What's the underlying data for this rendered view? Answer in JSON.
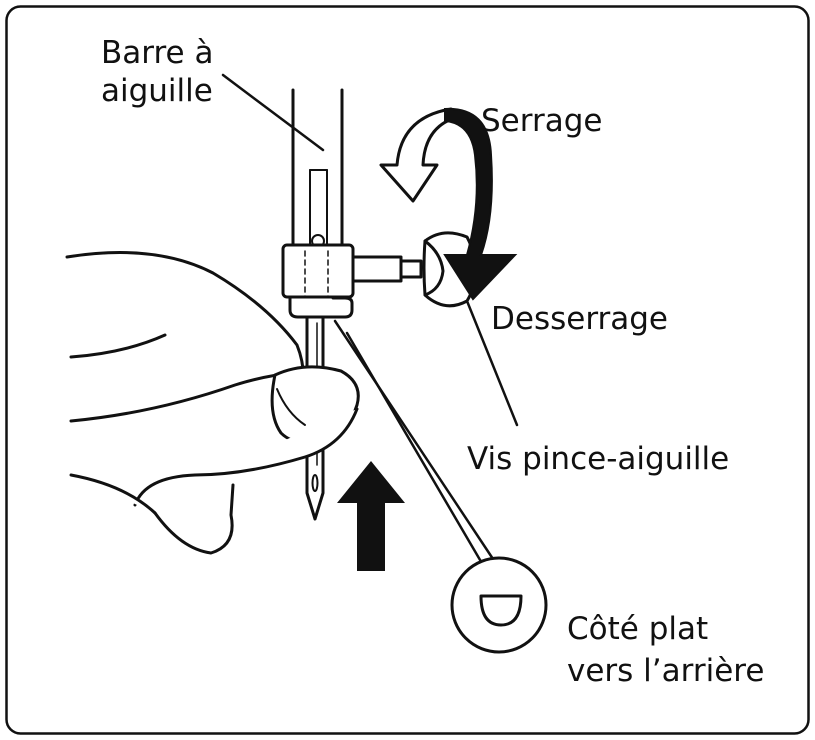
{
  "labels": {
    "needle_bar_line1": "Barre à",
    "needle_bar_line2": "aiguille",
    "tighten": "Serrage",
    "loosen": "Desserrage",
    "needle_clamp_screw": "Vis pince-aiguille",
    "flat_side_line1": "Côté plat",
    "flat_side_line2": "vers l’arrière"
  },
  "icons": {
    "tighten_arrow": "curved-arrow-outline-icon",
    "loosen_arrow": "curved-arrow-filled-icon",
    "insert_direction": "arrow-up-filled-icon"
  },
  "colors": {
    "ink": "#111111",
    "background": "#ffffff"
  }
}
